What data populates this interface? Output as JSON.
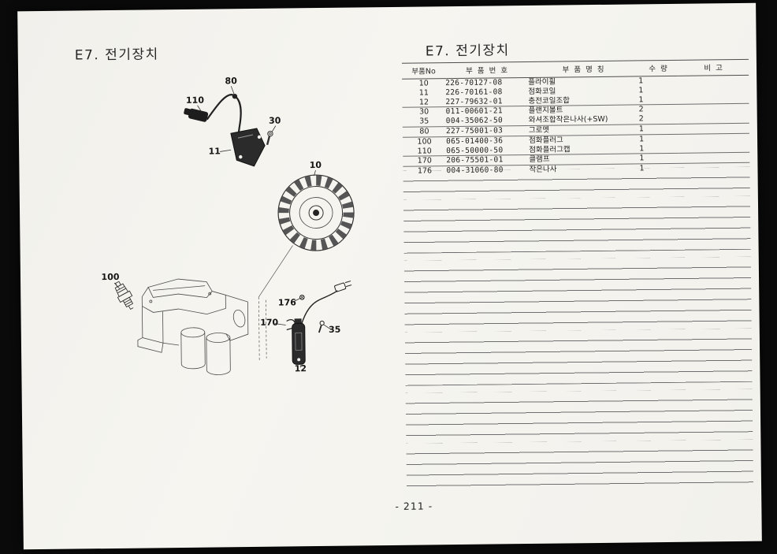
{
  "page": {
    "title_left": "E7. 전기장치",
    "title_right": "E7. 전기장치",
    "page_number": "- 211 -"
  },
  "table": {
    "headers": {
      "no": "부품No",
      "part_number": "부 품 번 호",
      "name": "부 품 명 칭",
      "qty": "수 량",
      "note": "비 고"
    },
    "rows": [
      {
        "no": "10",
        "part_number": "226-70127-08",
        "name": "플라이휠",
        "qty": "1"
      },
      {
        "no": "11",
        "part_number": "226-70161-08",
        "name": "점화코일",
        "qty": "1"
      },
      {
        "no": "12",
        "part_number": "227-79632-01",
        "name": "충전코일조합",
        "qty": "1"
      },
      {
        "no": "30",
        "part_number": "011-00601-21",
        "name": "플랜지볼트",
        "qty": "2"
      },
      {
        "no": "35",
        "part_number": "004-35062-50",
        "name": "와셔조합작은나사(+SW)",
        "qty": "2"
      },
      {
        "no": "80",
        "part_number": "227-75001-03",
        "name": "그로멧",
        "qty": "1"
      },
      {
        "no": "100",
        "part_number": "065-01400-36",
        "name": "점화플러그",
        "qty": "1"
      },
      {
        "no": "110",
        "part_number": "065-50000-50",
        "name": "점화플러그캡",
        "qty": "1"
      },
      {
        "no": "170",
        "part_number": "206-75501-01",
        "name": "클램프",
        "qty": "1"
      },
      {
        "no": "176",
        "part_number": "004-31060-80",
        "name": "작은나사",
        "qty": "1"
      }
    ]
  },
  "diagram": {
    "callouts": {
      "grommet": "80",
      "spark_plug_cap": "110",
      "flange_bolt": "30",
      "ignition_coil": "11",
      "flywheel": "10",
      "spark_plug": "100",
      "small_screw": "176",
      "clamp": "170",
      "washer_screw": "35",
      "charge_coil": "12"
    }
  }
}
